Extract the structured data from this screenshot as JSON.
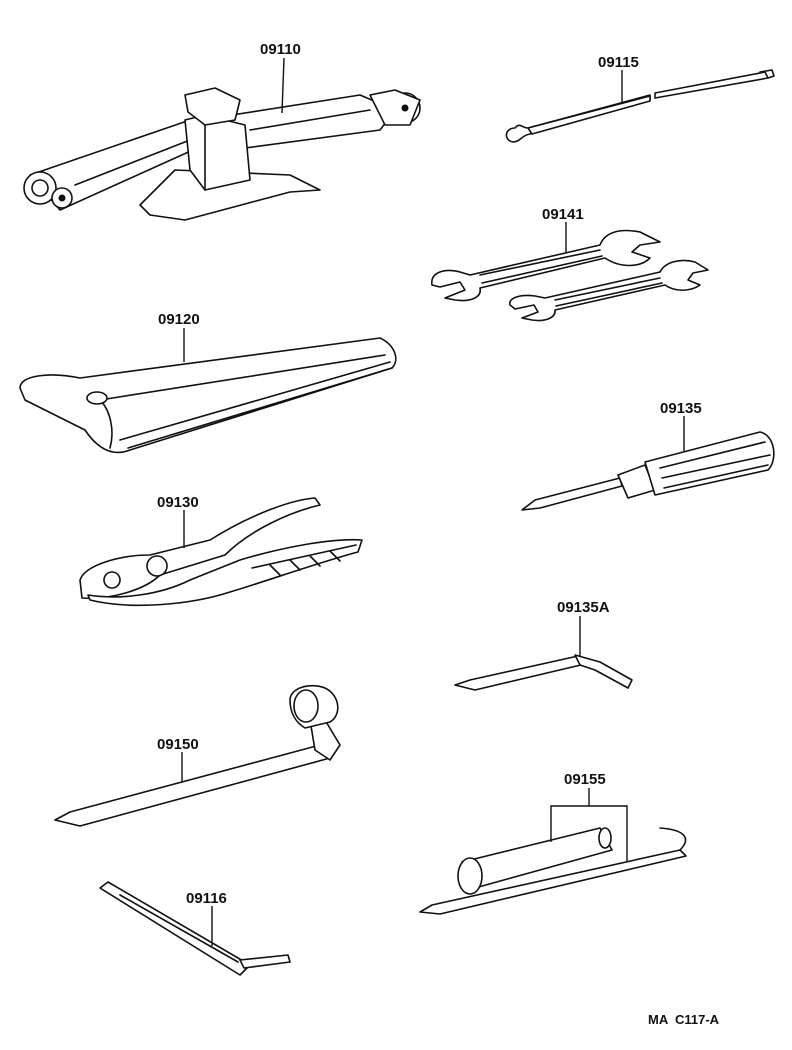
{
  "parts": [
    {
      "id": "jack",
      "number": "09110"
    },
    {
      "id": "jack-handle",
      "number": "09115"
    },
    {
      "id": "wrenches",
      "number": "09141"
    },
    {
      "id": "tool-bag",
      "number": "09120"
    },
    {
      "id": "screwdriver",
      "number": "09135"
    },
    {
      "id": "pliers",
      "number": "09130"
    },
    {
      "id": "screwdriver-bent",
      "number": "09135A"
    },
    {
      "id": "lug-wrench",
      "number": "09150"
    },
    {
      "id": "plug-wrench",
      "number": "09155"
    },
    {
      "id": "handle-bar",
      "number": "09116"
    }
  ],
  "drawing_ref": "MA  C117-A"
}
